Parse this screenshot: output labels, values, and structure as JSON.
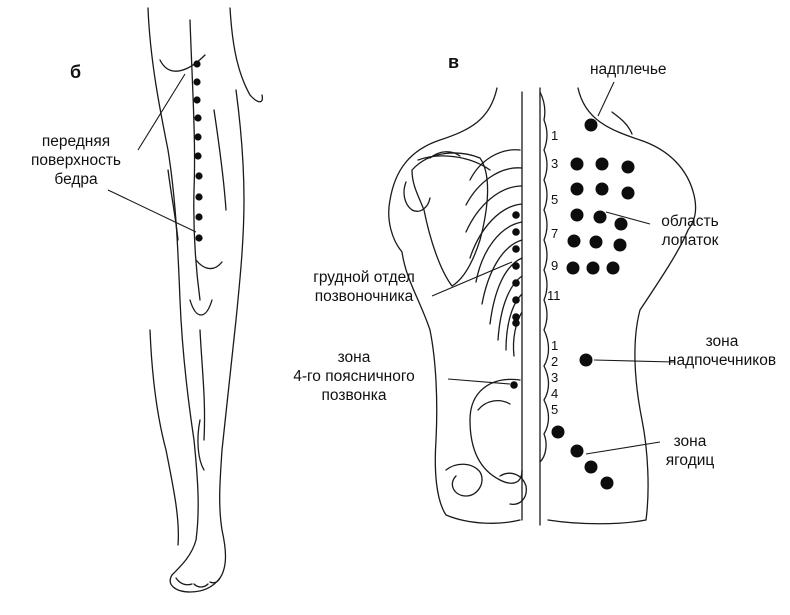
{
  "panels": {
    "b": "б",
    "v": "в"
  },
  "labels": {
    "front_thigh": [
      "передняя",
      "поверхность",
      "бедра"
    ],
    "shoulder_girdle": "надплечье",
    "scapula_area": [
      "область",
      "лопаток"
    ],
    "thoracic_spine": [
      "грудной отдел",
      "позвоночника"
    ],
    "adrenal_zone": [
      "зона",
      "надпочечников"
    ],
    "lumbar4_zone": [
      "зона",
      "4-го поясничного",
      "позвонка"
    ],
    "gluteal_zone": [
      "зона",
      "ягодиц"
    ]
  },
  "thoracic_numbers": [
    "1",
    "3",
    "5",
    "7",
    "9",
    "11"
  ],
  "lumbar_numbers": [
    "1",
    "2",
    "3",
    "4",
    "5"
  ]
}
